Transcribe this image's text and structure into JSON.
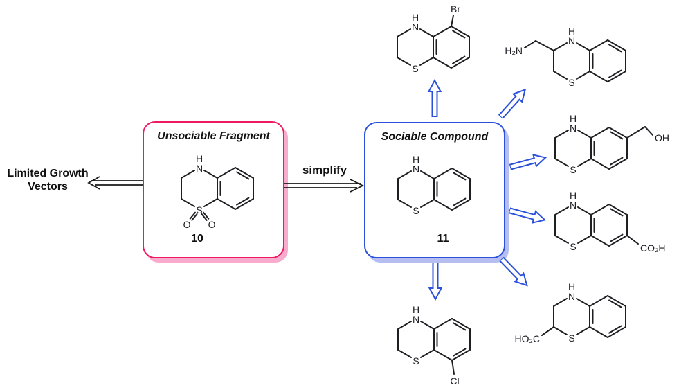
{
  "colors": {
    "pink_border": "#ee1a5f",
    "pink_shadow": "#f8abcd",
    "blue_border": "#2b50dc",
    "blue_shadow": "#b5bdf1",
    "bond": "#1f1f23",
    "blue_arrow": "#2b50dc",
    "text": "#111111"
  },
  "left_label": {
    "line1": "Limited Growth",
    "line2": "Vectors"
  },
  "boxes": {
    "unsociable": {
      "title": "Unsociable Fragment",
      "number": "10"
    },
    "sociable": {
      "title": "Sociable Compound",
      "number": "11"
    }
  },
  "transform_arrow": {
    "label": "simplify"
  },
  "atoms": {
    "N": "N",
    "H": "H",
    "S": "S",
    "O": "O"
  },
  "substituents": {
    "bromo": "Br",
    "aminomethyl": "H₂N",
    "hydroxymethyl": "OH",
    "carboxylic": "CO₂H",
    "carboxylic_rev": "HO₂C",
    "chloro": "Cl"
  }
}
